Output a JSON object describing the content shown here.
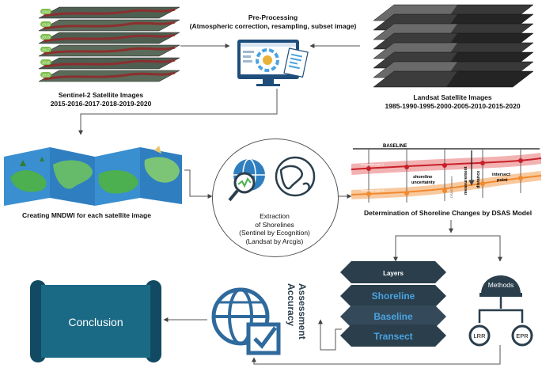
{
  "sentinel": {
    "caption_line1": "Sentinel-2 Satellite Images",
    "caption_line2": "2015-2016-2017-2018-2019-2020",
    "years": [
      "2020",
      "2019",
      "2018",
      "2017",
      "2016",
      "2015"
    ]
  },
  "preprocessing": {
    "title": "Pre-Processing",
    "subtitle": "(Atmospheric correction, resampling, subset image)"
  },
  "landsat": {
    "caption_line1": "Landsat Satellite Images",
    "caption_line2": "1985-1990-1995-2000-2005-2010-2015-2020"
  },
  "mndwi": {
    "caption": "Creating MNDWI for each satellite image"
  },
  "extraction": {
    "line1": "Extraction",
    "line2": "of Shorelines",
    "line3": "(Sentinel by Ecognition)",
    "line4": "(Landsat by Arcgis)"
  },
  "dsas": {
    "caption": "Determination of Shoreline Changes by DSAS Model",
    "baseline": "BASELINE",
    "shoreline_over_1": "Shoreline over 1",
    "shoreline_over_2": "Shoreline over 2",
    "shoreline_uncertainty_1": "shoreline",
    "shoreline_uncertainty_2": "uncertainty",
    "measurement_1": "measurement",
    "measurement_2": "distance",
    "intersect_1": "intersect",
    "intersect_2": "point",
    "dsas_transect": "DSAS Transect"
  },
  "layers": {
    "title": "Layers",
    "items": [
      "Shoreline",
      "Baseline",
      "Transect"
    ]
  },
  "methods": {
    "title": "Methods",
    "items": [
      "LRR",
      "EPR"
    ]
  },
  "accuracy": {
    "line1": "Accuracy",
    "line2": "Assessment"
  },
  "conclusion": {
    "label": "Conclusion"
  },
  "colors": {
    "blue": "#2f6a9d",
    "dark_blue": "#1f4e7a",
    "stack_dark": "#2a3e4c",
    "teal": "#1a6a86",
    "teal_dark": "#114a62",
    "red_line": "#c8202a",
    "orange_line": "#f08a2e"
  }
}
